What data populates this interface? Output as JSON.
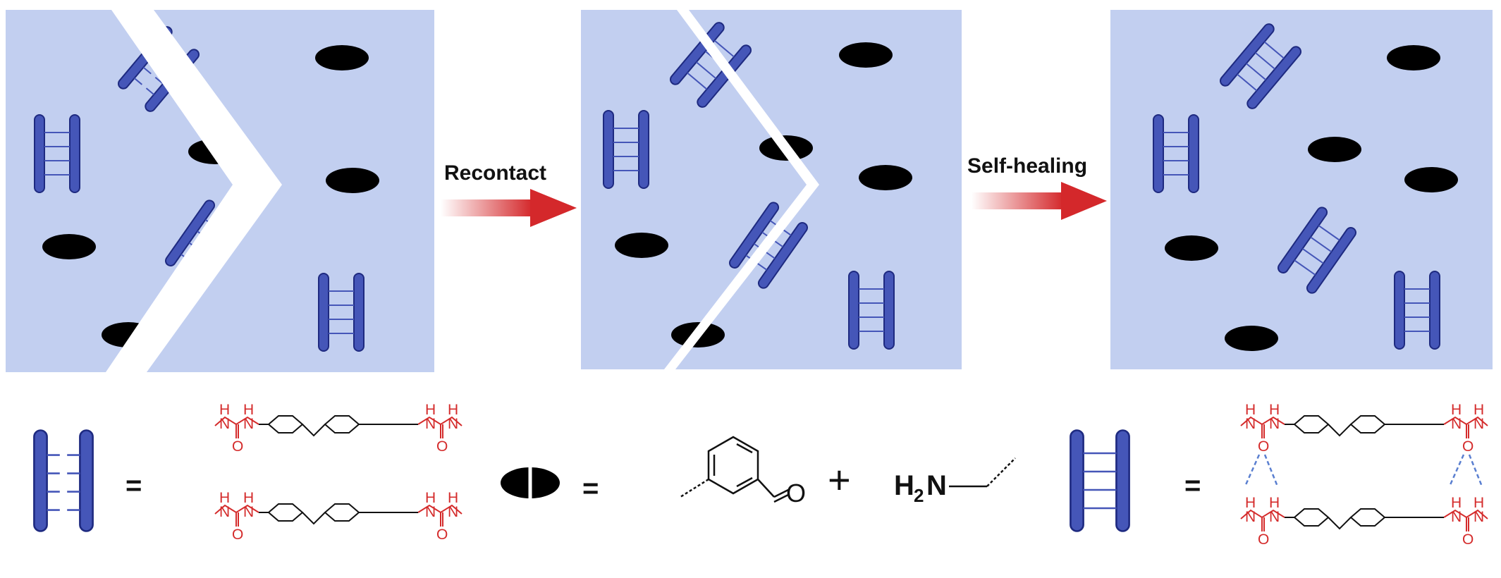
{
  "labels": {
    "arrow1": "Recontact",
    "arrow2": "Self-healing"
  },
  "chem_text": {
    "H": "H",
    "N": "N",
    "O": "O",
    "aldehyde_O": "O",
    "amine_H": "H",
    "amine_sub": "2",
    "amine_N": "N",
    "equals": "=",
    "plus": "+"
  },
  "colors": {
    "panel_fill": "#c2cff0",
    "rod_fill": "#4556b8",
    "rod_stroke": "#1e2a80",
    "ellipse_fill": "#000000",
    "arrow_red": "#d4282b",
    "urea_red": "#d42b2b",
    "hbond_dash": "#5a7fd0"
  },
  "icons": [
    "rod-pair-icon",
    "ellipse-icon",
    "crack-icon",
    "arrow-icon"
  ]
}
